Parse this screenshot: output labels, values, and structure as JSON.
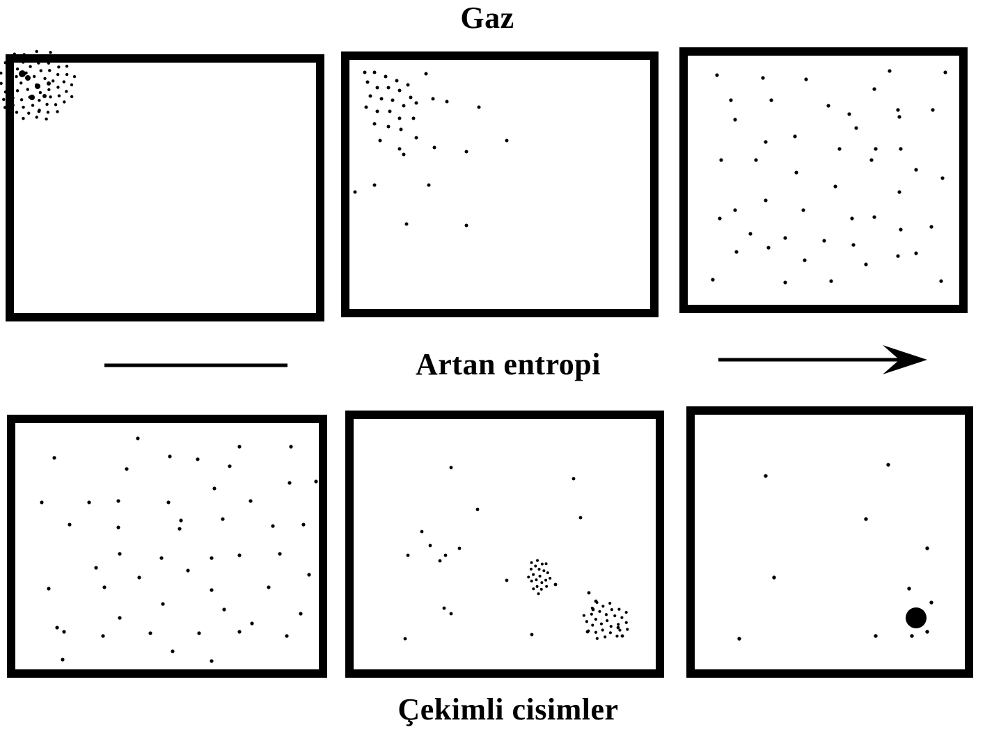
{
  "labels": {
    "top": "Gaz",
    "middle": "Artan entropi",
    "bottom": "Çekimli cisimler"
  },
  "colors": {
    "ink": "#000000",
    "paper": "#ffffff"
  },
  "rows": [
    {
      "name": "gas",
      "panels": [
        {
          "stage": "concentrated-corner"
        },
        {
          "stage": "spreading"
        },
        {
          "stage": "uniform"
        }
      ]
    },
    {
      "name": "gravitating-bodies",
      "panels": [
        {
          "stage": "uniform"
        },
        {
          "stage": "clumping"
        },
        {
          "stage": "collapsed"
        }
      ]
    }
  ]
}
